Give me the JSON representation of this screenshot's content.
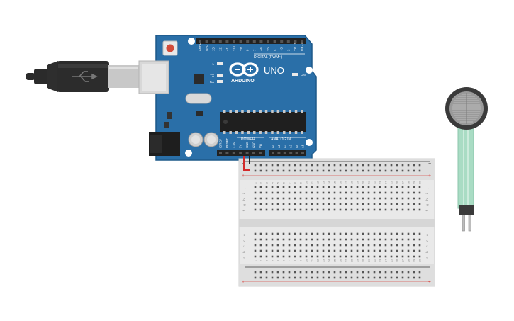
{
  "board": {
    "brand": "ARDUINO",
    "model": "UNO",
    "digital_header_label": "DIGITAL (PWM~)",
    "power_label": "POWER",
    "analog_label": "ANALOG IN",
    "on_led_label": "ON",
    "led_labels": [
      "L",
      "TX",
      "RX"
    ],
    "digital_pins": [
      "AREF",
      "GND",
      "13",
      "12",
      "~11",
      "~10",
      "~9",
      "8",
      "7",
      "~6",
      "~5",
      "4",
      "~3",
      "2",
      "TX→1",
      "RX←0"
    ],
    "power_pins": [
      "IOREF",
      "RESET",
      "3.3V",
      "5V",
      "GND",
      "GND",
      "Vin"
    ],
    "analog_pins": [
      "A0",
      "A1",
      "A2",
      "A3",
      "A4",
      "A5"
    ]
  },
  "breadboard": {
    "row_letters_top": [
      "j",
      "i",
      "h",
      "g",
      "f"
    ],
    "row_letters_bottom": [
      "e",
      "d",
      "c",
      "b",
      "a"
    ],
    "columns": [
      "1",
      "2",
      "3",
      "4",
      "5",
      "6",
      "7",
      "8",
      "9",
      "10",
      "11",
      "12",
      "13",
      "14",
      "15",
      "16",
      "17",
      "18",
      "19",
      "20",
      "21",
      "22",
      "23",
      "24",
      "25",
      "26",
      "27",
      "28",
      "29",
      "30"
    ],
    "rail_minus": "−",
    "rail_plus": "+"
  },
  "colors": {
    "board": "#2a6fa8",
    "board_dark": "#1d5889",
    "header": "#222222",
    "wire_red": "#d32a2a",
    "wire_black": "#222222",
    "rail_red": "#d9534f",
    "rail_dark": "#333333",
    "sensor_film": "#a9dcc4"
  }
}
